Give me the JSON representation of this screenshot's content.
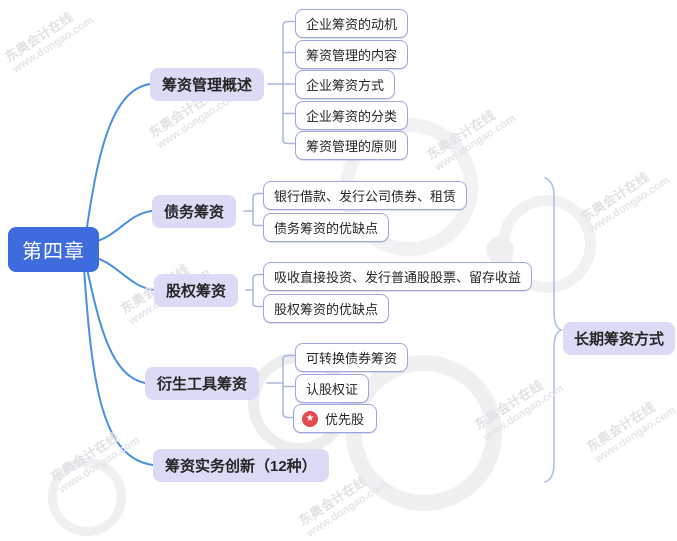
{
  "root": {
    "label": "第四章"
  },
  "branches": [
    {
      "label": "筹资管理概述",
      "children": [
        {
          "label": "企业筹资的动机"
        },
        {
          "label": "筹资管理的内容"
        },
        {
          "label": "企业筹资方式"
        },
        {
          "label": "企业筹资的分类"
        },
        {
          "label": "筹资管理的原则"
        }
      ]
    },
    {
      "label": "债务筹资",
      "children": [
        {
          "label": "银行借款、发行公司债券、租赁"
        },
        {
          "label": "债务筹资的优缺点"
        }
      ]
    },
    {
      "label": "股权筹资",
      "children": [
        {
          "label": "吸收直接投资、发行普通股股票、留存收益"
        },
        {
          "label": "股权筹资的优缺点"
        }
      ]
    },
    {
      "label": "衍生工具筹资",
      "children": [
        {
          "label": "可转换债券筹资"
        },
        {
          "label": "认股权证"
        },
        {
          "label": "优先股",
          "starred": true
        }
      ]
    },
    {
      "label": "筹资实务创新（12种）",
      "children": []
    }
  ],
  "right_brace_label": "长期筹资方式",
  "star_glyph": "★",
  "watermark": {
    "line1": "东奥会计在线",
    "line2": "www.dongao.com"
  },
  "colors": {
    "root_fill": "#3e6bde",
    "branch_fill": "#dbdbf6",
    "leaf_border": "#9fa7d9",
    "root_link": "#4a90e2",
    "child_link": "#a6b8dc",
    "brace": "#aac2e8",
    "star_badge": "#e5484d"
  }
}
